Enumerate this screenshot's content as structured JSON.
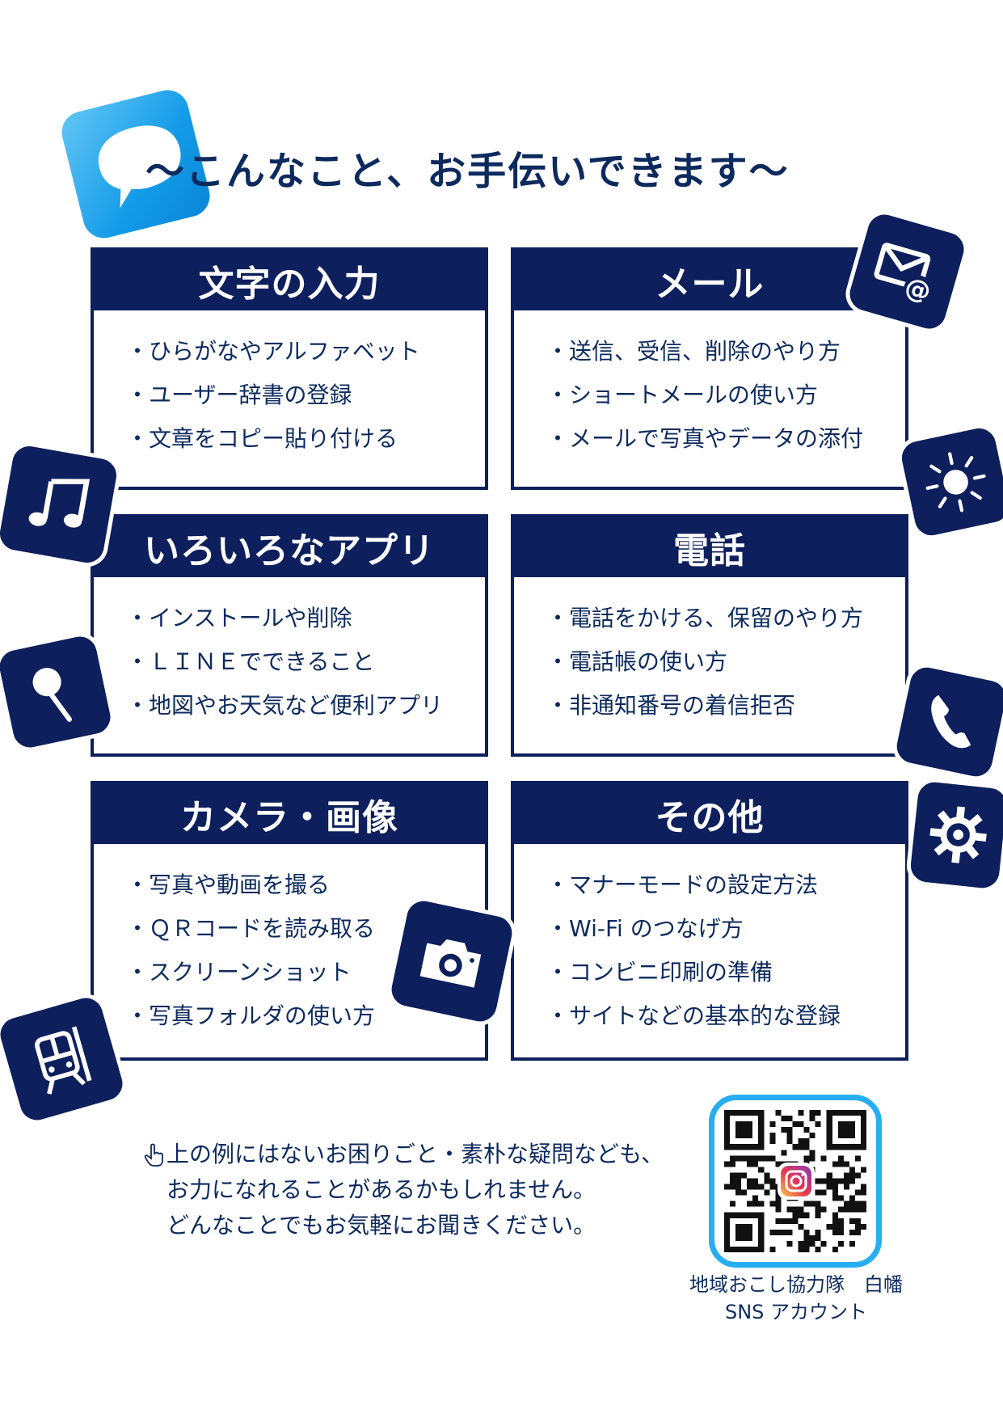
{
  "title": "〜こんなこと、お手伝いできます〜",
  "colors": {
    "navy": "#0d1f5c",
    "title_blue": "#0d2a5e",
    "sky": "#139be8",
    "qr_frame": "#27aef0"
  },
  "cards": [
    {
      "heading": "文字の入力",
      "items": [
        "ひらがなやアルファベット",
        "ユーザー辞書の登録",
        "文章をコピー貼り付ける"
      ]
    },
    {
      "heading": "メール",
      "items": [
        "送信、受信、削除のやり方",
        "ショートメールの使い方",
        "メールで写真やデータの添付"
      ]
    },
    {
      "heading": "いろいろなアプリ",
      "items": [
        "インストールや削除",
        "ＬＩＮＥでできること",
        "地図やお天気など便利アプリ"
      ]
    },
    {
      "heading": "電話",
      "items": [
        "電話をかける、保留のやり方",
        "電話帳の使い方",
        "非通知番号の着信拒否"
      ]
    },
    {
      "heading": "カメラ・画像",
      "items": [
        "写真や動画を撮る",
        "ＱＲコードを読み取る",
        "スクリーンショット",
        "写真フォルダの使い方"
      ]
    },
    {
      "heading": "その他",
      "items": [
        "マナーモードの設定方法",
        "Wi-Fi のつなげ方",
        "コンビニ印刷の準備",
        "サイトなどの基本的な登録"
      ]
    }
  ],
  "icons": [
    "speech-bubble-icon",
    "mail-icon",
    "sun-icon",
    "music-note-icon",
    "map-pin-icon",
    "phone-icon",
    "gear-icon",
    "camera-icon",
    "train-icon",
    "pointing-hand-icon",
    "instagram-icon"
  ],
  "note": {
    "lines": [
      "上の例にはないお困りごと・素朴な疑問なども、",
      "お力になれることがあるかもしれません。",
      "どんなことでもお気軽にお聞きください。"
    ]
  },
  "caption": {
    "line1": "地域おこし協力隊　白幡",
    "line2": "SNS アカウント"
  }
}
